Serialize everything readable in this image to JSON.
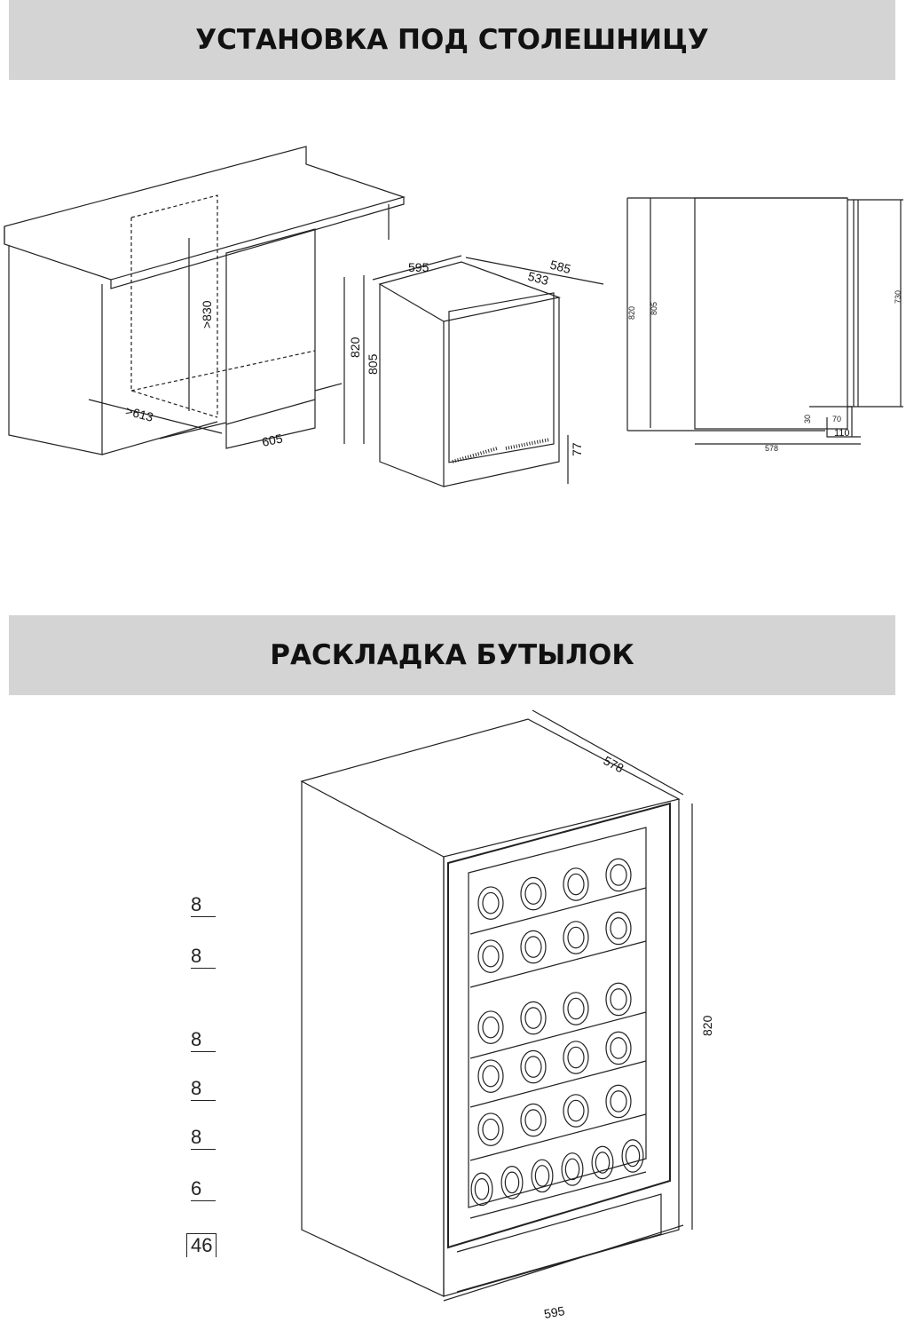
{
  "sections": [
    {
      "title": "УСТАНОВКА ПОД СТОЛЕШНИЦУ"
    },
    {
      "title": "РАСКЛАДКА БУТЫЛОК"
    }
  ],
  "installation": {
    "niche": {
      "height": ">830",
      "depth": ">613",
      "width": "605"
    },
    "unit": {
      "width": "595",
      "depth_total": "585",
      "depth_body": "533",
      "height_total": "820",
      "height_body": "805",
      "base_height": "77"
    },
    "side_view": {
      "h1": "820",
      "h2": "805",
      "door": "730",
      "depth": "578",
      "d30": "30",
      "d70": "70",
      "d110": "110"
    }
  },
  "bottle_layout": {
    "width": "595",
    "depth": "578",
    "height": "820",
    "shelves": [
      "8",
      "8",
      "8",
      "8",
      "8",
      "6"
    ],
    "total": "46"
  }
}
